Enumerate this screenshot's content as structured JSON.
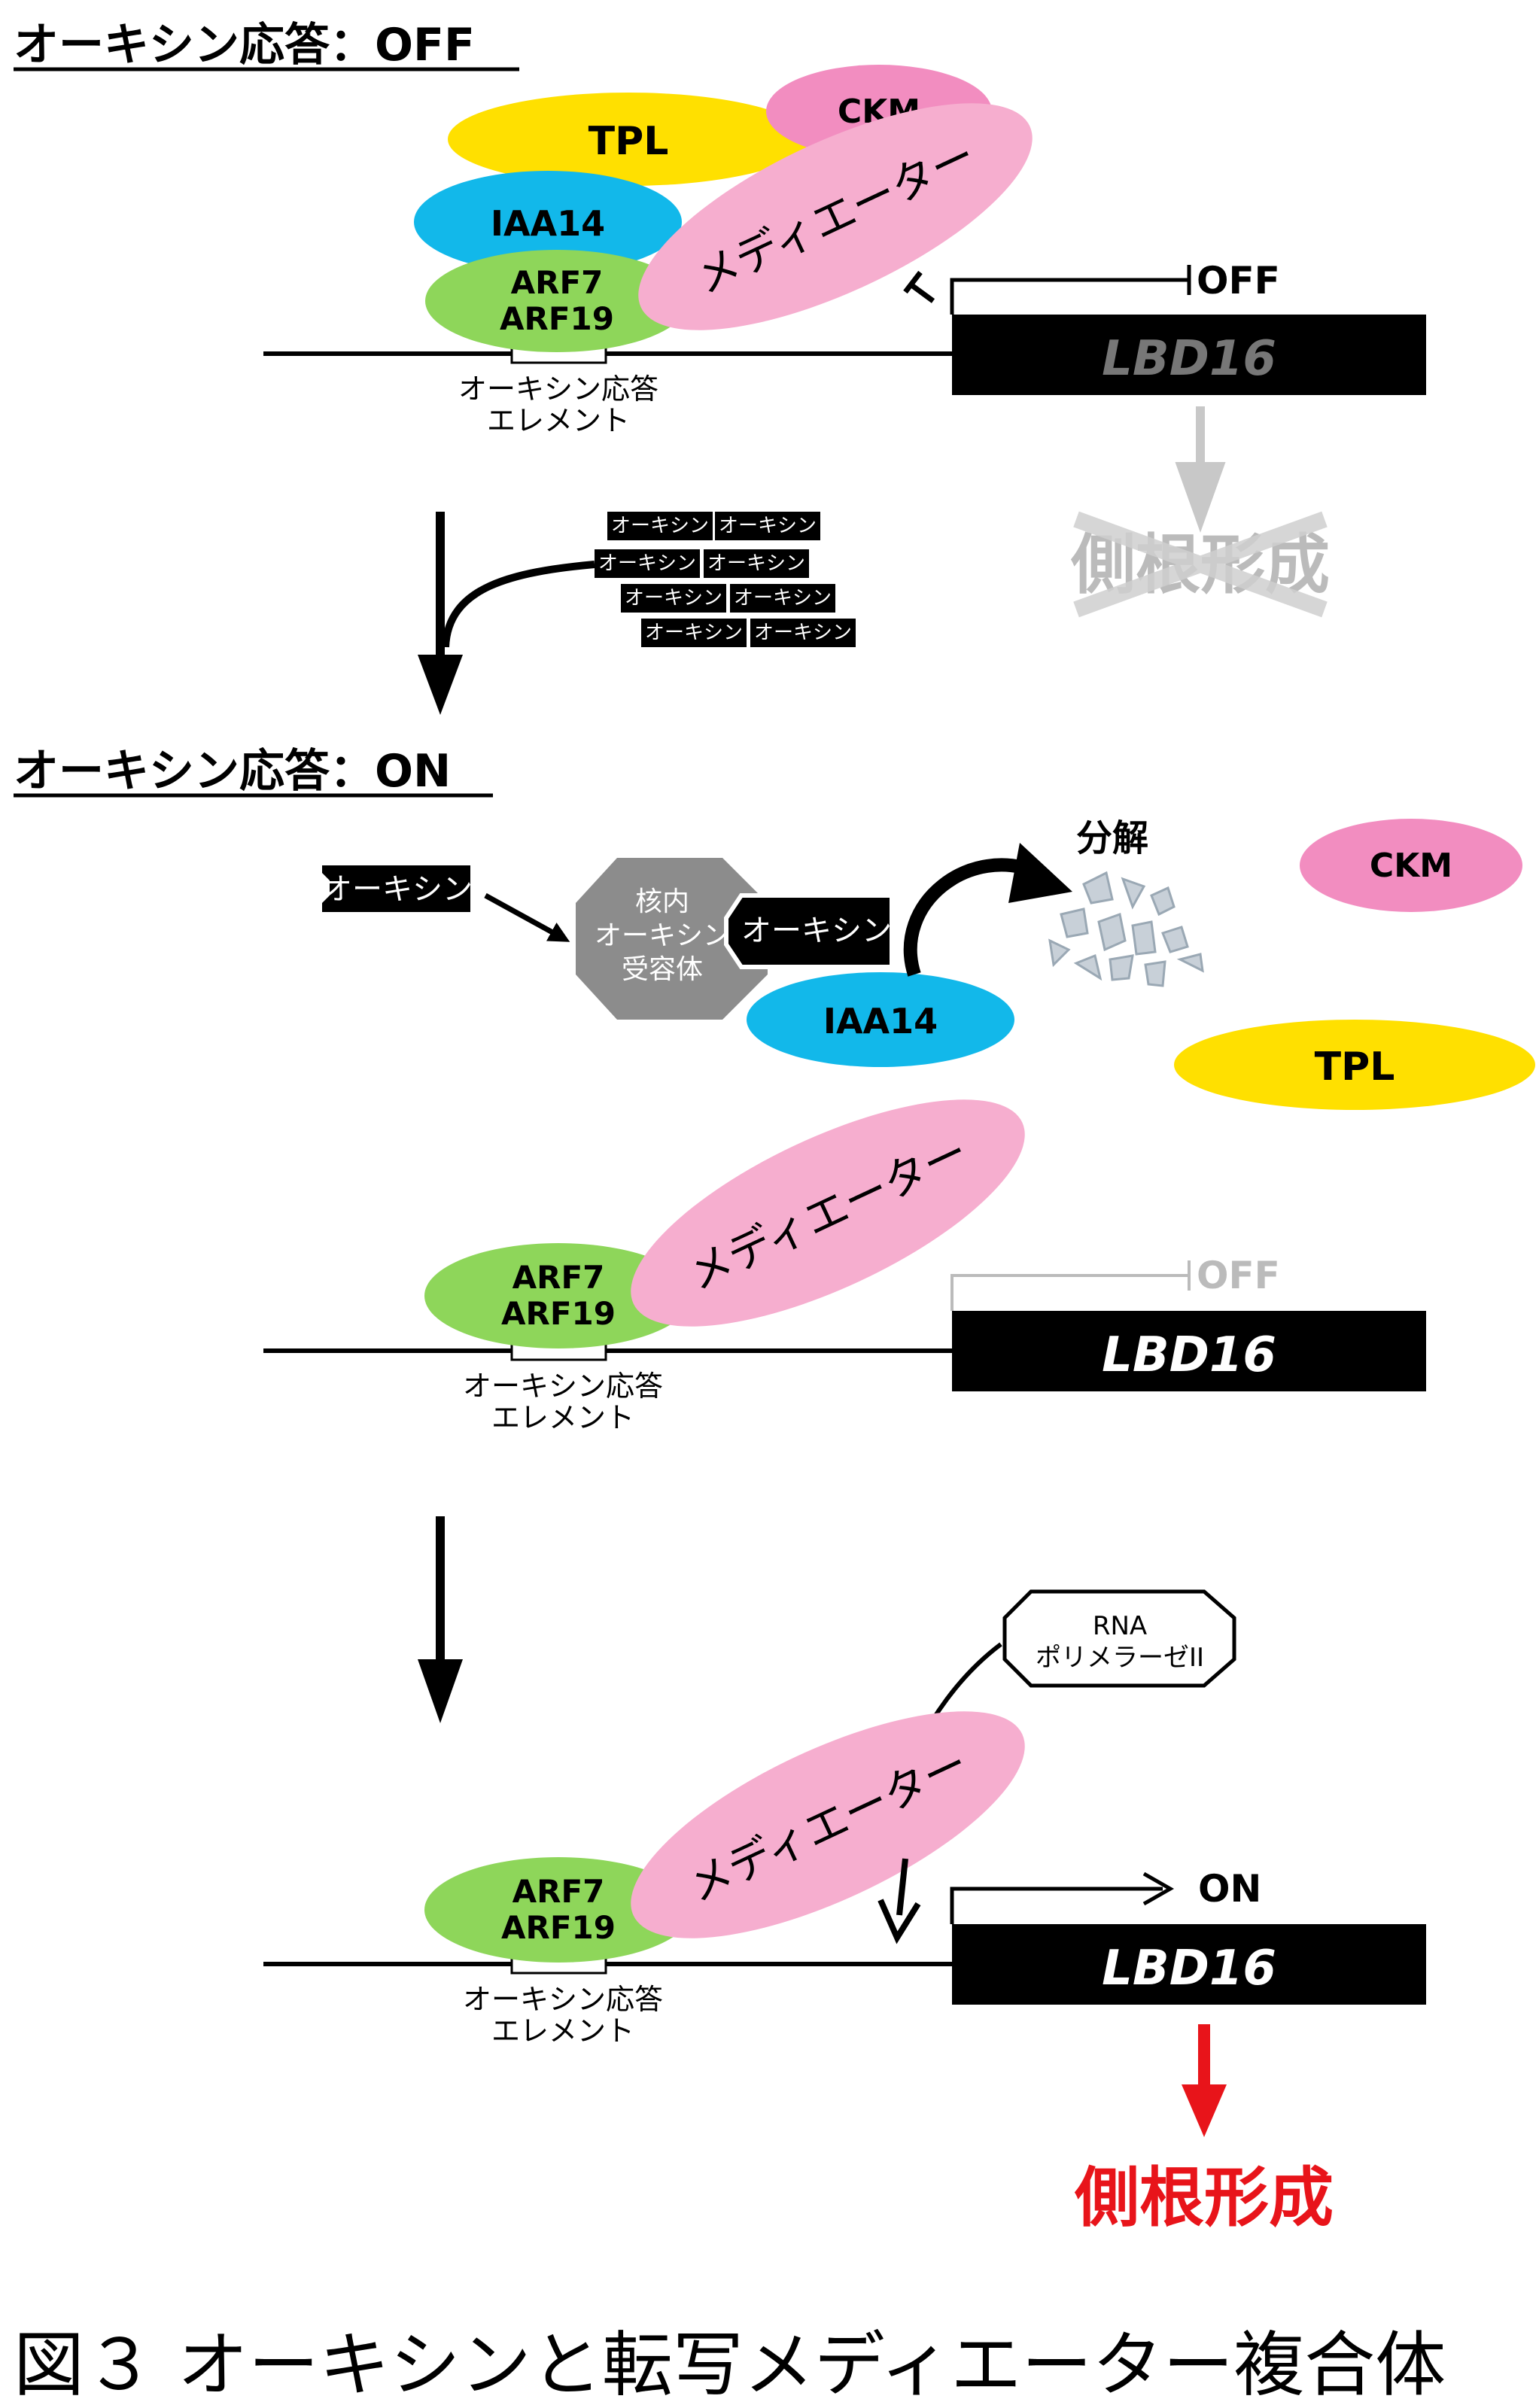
{
  "section_off": {
    "heading": "オーキシン応答：OFF"
  },
  "section_on": {
    "heading": "オーキシン応答：ON"
  },
  "proteins": {
    "tpl": "TPL",
    "ckm": "CKM",
    "iaa14": "IAA14",
    "arf7": "ARF7",
    "arf19": "ARF19",
    "mediator": "メディエーター",
    "nuclear_receptor_line1": "核内",
    "nuclear_receptor_line2": "オーキシン",
    "nuclear_receptor_line3": "受容体",
    "rna_pol_line1": "RNA",
    "rna_pol_line2": "ポリメラーゼII"
  },
  "gene": {
    "name": "LBD16",
    "off": "OFF",
    "on": "ON"
  },
  "element": {
    "line1": "オーキシン応答",
    "line2": "エレメント"
  },
  "auxin": {
    "label": "オーキシン"
  },
  "degradation": {
    "label": "分解"
  },
  "outcome": {
    "label": "側根形成"
  },
  "caption": {
    "text": "図３ オーキシンと転写メディエーター複合体"
  },
  "colors": {
    "tpl": "#FFE000",
    "ckm": "#F28DC0",
    "iaa14": "#12B8EA",
    "arf": "#8ED65A",
    "mediator": "#F6AECF",
    "receptor": "#8C8C8C",
    "outcome_on": "#E8141A",
    "outcome_off": "#BBBBBB",
    "promoter_off_faded": "#BBBBBB"
  }
}
